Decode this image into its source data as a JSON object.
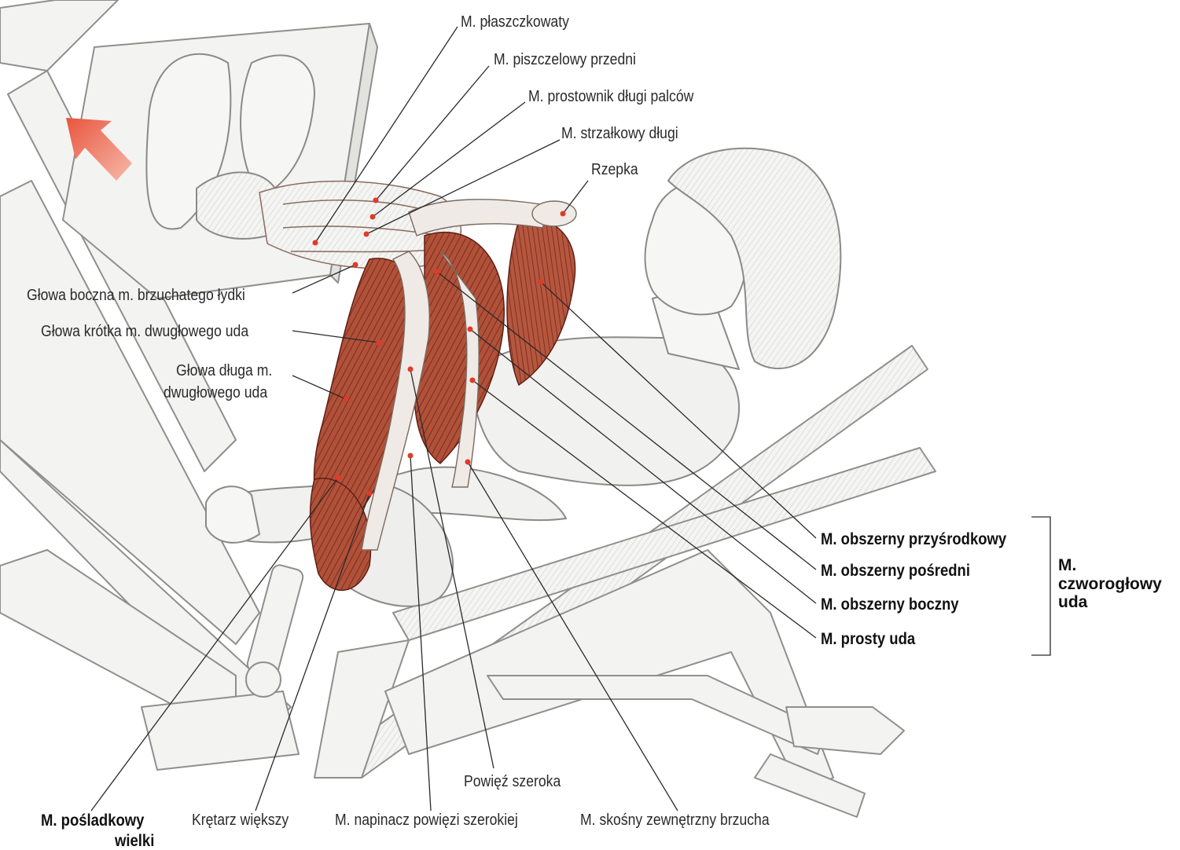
{
  "labels": {
    "plaszczkowaty": "M. płaszczkowaty",
    "piszczelowy": "M. piszczelowy przedni",
    "prostownik": "M. prostownik długi palców",
    "strzalkowy": "M. strzałkowy długi",
    "rzepka": "Rzepka",
    "glowa_boczna": "Głowa boczna m. brzuchatego łydki",
    "glowa_krotka": "Głowa krótka m. dwugłowego uda",
    "glowa_dluga_1": "Głowa długa m.",
    "glowa_dluga_2": "dwugłowego uda",
    "przysrodkowy": "M. obszerny przyśrodkowy",
    "posredni": "M. obszerny pośredni",
    "boczny": "M. obszerny boczny",
    "prosty": "M. prosty uda",
    "czworoglowy_1": "M.",
    "czworoglowy_2": "czworogłowy",
    "czworoglowy_3": "uda",
    "powiez": "Powięź szeroka",
    "posladkowy_1": "M. pośladkowy",
    "posladkowy_2": "wielki",
    "kretarz": "Krętarz większy",
    "napinacz": "M. napinacz powięzi szerokiej",
    "skosny": "M. skośny zewnętrzny brzucha"
  },
  "colors": {
    "muscle": "#b0513a",
    "muscle_dark": "#7d2c1d",
    "marker": "#e03a28",
    "arrow": "#e8553e",
    "sketch": "#9a9a9a",
    "leader": "#2a2a2a"
  }
}
